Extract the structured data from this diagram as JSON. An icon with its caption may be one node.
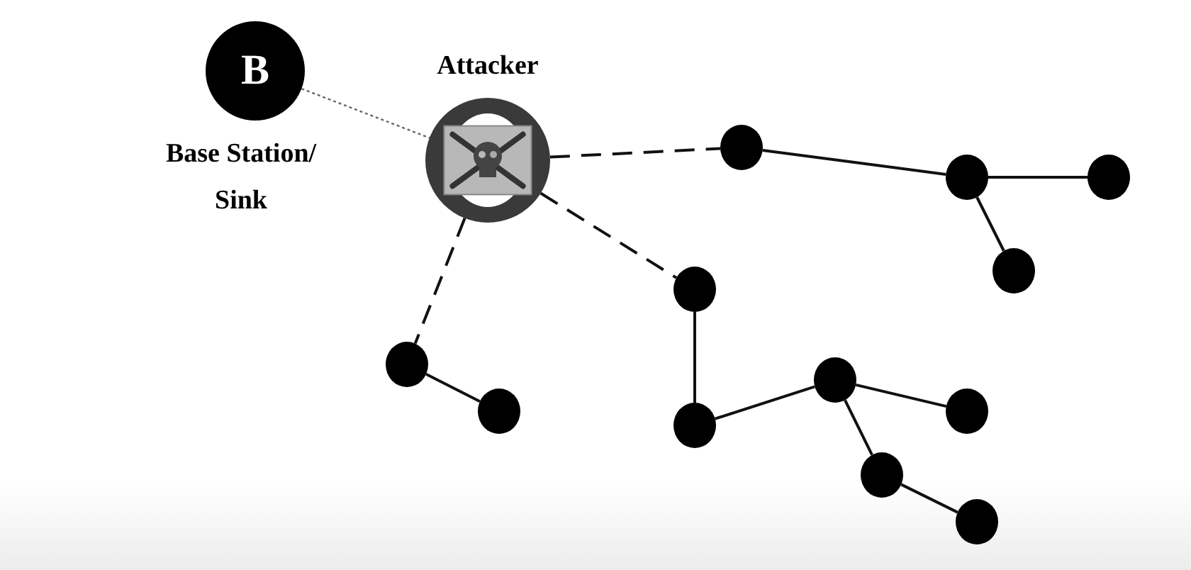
{
  "diagram": {
    "nodes": [
      {
        "text": [
          "B"
        ],
        "beside": [
          "Base Station/ Sink"
        ]
      },
      {
        "text": [],
        "shape": "circle",
        "beside": [
          "Attacker"
        ]
      },
      {
        "text": [],
        "shape": "circle"
      },
      {
        "text": [],
        "shape": "circle"
      },
      {
        "text": [],
        "shape": "circle"
      },
      {
        "text": [],
        "shape": "circle"
      },
      {
        "text": [],
        "shape": "circle"
      },
      {
        "text": [],
        "shape": "circle"
      },
      {
        "text": [],
        "shape": "circle"
      },
      {
        "text": [],
        "shape": "circle"
      },
      {
        "text": [],
        "shape": "circle"
      },
      {
        "text": [],
        "shape": "circle"
      },
      {
        "text": [],
        "shape": "circle"
      },
      {
        "text": [],
        "shape": "circle"
      }
    ],
    "edges": [
      {
        "from": 0,
        "to": 1,
        "arrow": "none",
        "style": "dashed",
        "color": "#666666"
      },
      {
        "from": 1,
        "to": 6,
        "arrow": "none",
        "style": "dashed"
      },
      {
        "from": 1,
        "to": 4,
        "arrow": "none",
        "style": "dashed"
      },
      {
        "from": 1,
        "to": 2,
        "arrow": "none",
        "style": "dashed"
      },
      {
        "from": 2,
        "to": 3,
        "arrow": "none"
      },
      {
        "from": 4,
        "to": 5,
        "arrow": "none"
      },
      {
        "from": 5,
        "to": 7,
        "arrow": "none"
      },
      {
        "from": 7,
        "to": 10,
        "arrow": "none"
      },
      {
        "from": 7,
        "to": 8,
        "arrow": "none"
      },
      {
        "from": 8,
        "to": 11,
        "arrow": "none"
      },
      {
        "from": 6,
        "to": 9,
        "arrow": "none"
      },
      {
        "from": 9,
        "to": 13,
        "arrow": "none"
      },
      {
        "from": 9,
        "to": 12,
        "arrow": "none"
      }
    ]
  }
}
